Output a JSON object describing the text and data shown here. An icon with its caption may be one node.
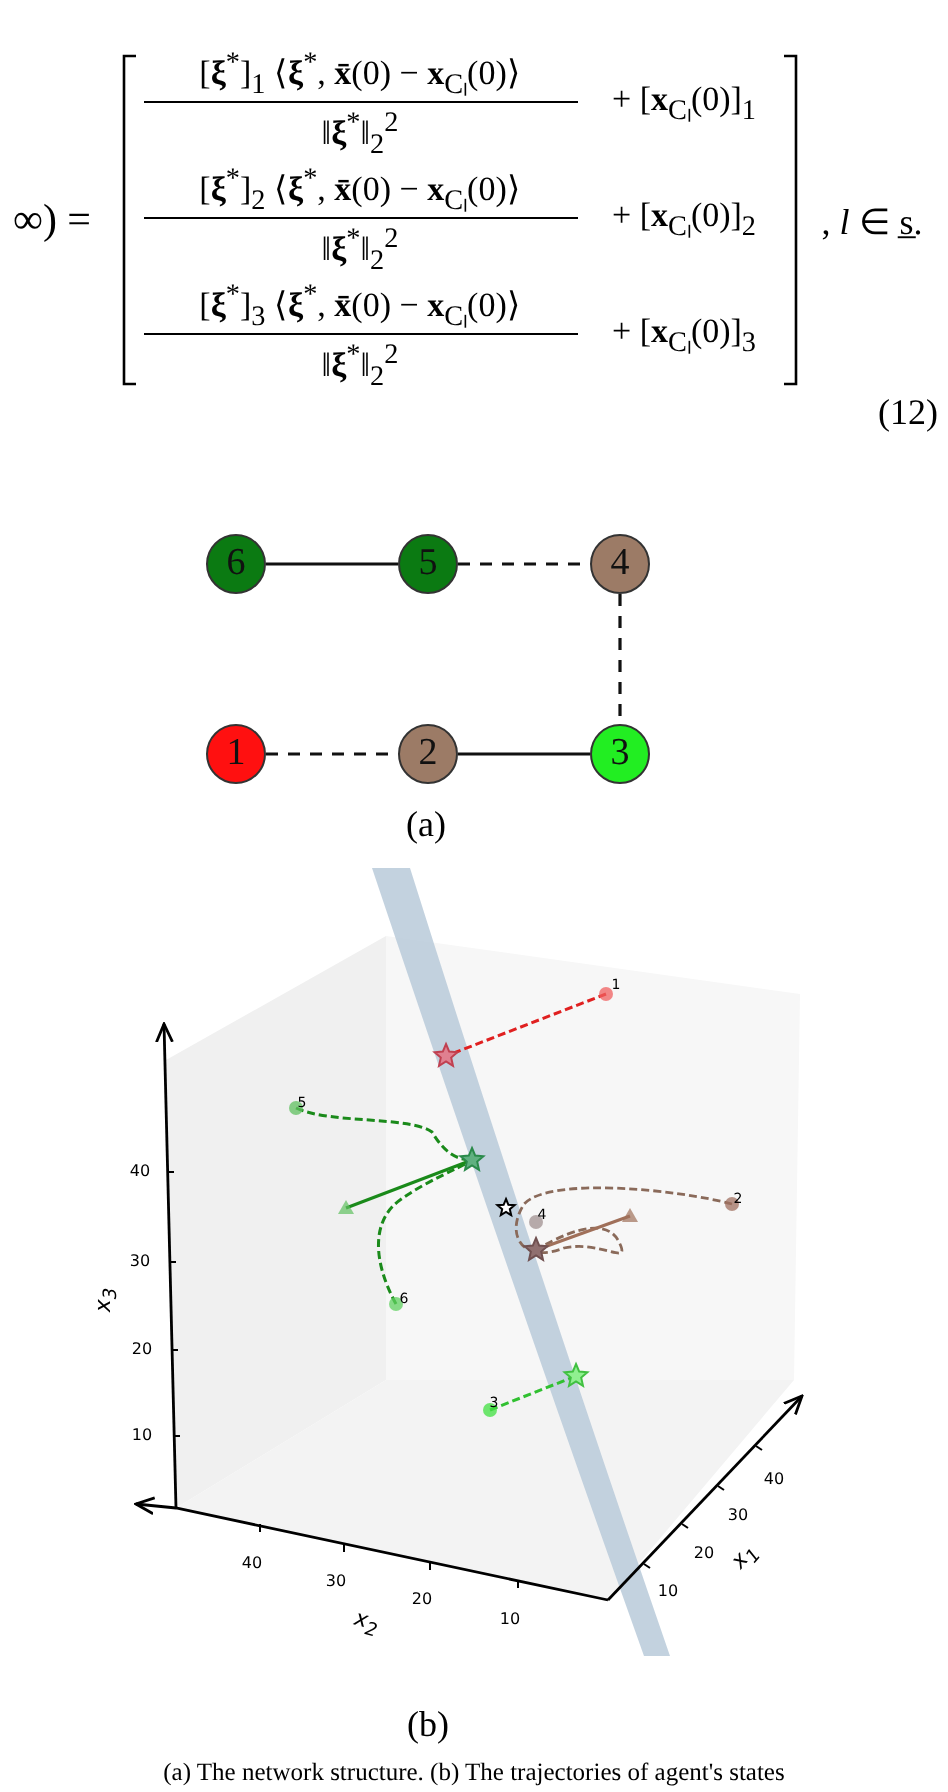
{
  "diagram": {
    "nodes": [
      {
        "text": [
          "6"
        ]
      },
      {
        "text": [
          "5"
        ]
      },
      {
        "text": [
          "4"
        ]
      },
      {
        "text": [
          "1"
        ]
      },
      {
        "text": [
          "2"
        ]
      },
      {
        "text": [
          "3"
        ]
      }
    ],
    "edges": [
      {
        "from": 0,
        "to": 1,
        "arrow": "none"
      },
      {
        "from": 1,
        "to": 2,
        "arrow": "none",
        "style": "dashed"
      },
      {
        "from": 2,
        "to": 5,
        "arrow": "none",
        "style": "dashed"
      },
      {
        "from": 3,
        "to": 4,
        "arrow": "none",
        "style": "dashed"
      },
      {
        "from": 4,
        "to": 5,
        "arrow": "none"
      }
    ],
    "labels": [
      "∞) =",
      "[**ξ**$^{*}$]$_{1}$ ⟨**ξ**$^{*}$, **x̄**(0) − **x**$_{Cₗ}$(0)⟩",
      "‖**ξ**$^{*}$‖$_{2}$$^{2}$",
      "+ [**x**$_{Cₗ}$(0)]$_{1}$",
      "[**ξ**$^{*}$]$_{2}$ ⟨**ξ**$^{*}$, **x̄**(0) − **x**$_{Cₗ}$(0)⟩",
      "‖**ξ**$^{*}$‖$_{2}$$^{2}$",
      "+ [**x**$_{Cₗ}$(0)]$_{2}$",
      "[**ξ**$^{*}$]$_{3}$ ⟨**ξ**$^{*}$, **x̄**(0) − **x**$_{Cₗ}$(0)⟩",
      "‖**ξ**$^{*}$‖$_{2}$$^{2}$",
      "+ [**x**$_{Cₗ}$(0)]$_{3}$",
      ", *l* ∈ s̲.",
      "(12)",
      "(a)",
      "40",
      "30",
      "20",
      "10",
      "x$_{3}$",
      "40",
      "30",
      "20",
      "10",
      "x$_{2}$",
      "10",
      "20",
      "30",
      "40",
      "x$_{1}$",
      "1",
      "5",
      "6",
      "2",
      "4",
      "3",
      "(b)",
      "(a) The network structure. (b) The trajectories of agent's states"
    ]
  }
}
